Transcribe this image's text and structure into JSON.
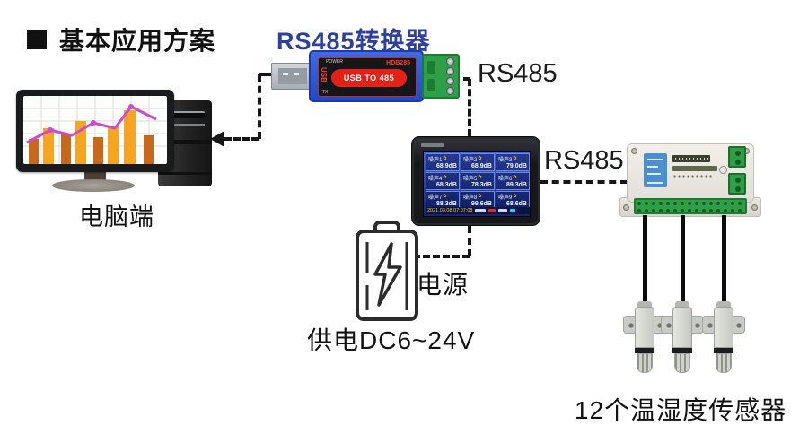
{
  "title": {
    "text": "基本应用方案"
  },
  "labels": {
    "converter_title": "RS485转换器",
    "computer": "电脑端",
    "power": "电源",
    "power_supply": "供电DC6~24V",
    "sensors": "12个温湿度传感器",
    "rs485_top": "RS485",
    "rs485_right": "RS485"
  },
  "converter": {
    "power_led": "POWER",
    "model": "HDB285",
    "face_label": "USB TO 485",
    "tx": "TX",
    "usb_vertical": "USB"
  },
  "display": {
    "status_time": "2021.03.08 07:07:08",
    "cells": [
      {
        "label": "噪声1",
        "value": "68.9dB"
      },
      {
        "label": "噪声2",
        "value": "68.9dB"
      },
      {
        "label": "噪声3",
        "value": "79.0dB"
      },
      {
        "label": "噪声4",
        "value": "68.3dB"
      },
      {
        "label": "噪声5",
        "value": "78.3dB"
      },
      {
        "label": "噪声6",
        "value": "89.3dB"
      },
      {
        "label": "噪声7",
        "value": "88.3dB"
      },
      {
        "label": "噪声8",
        "value": "99.6dB"
      },
      {
        "label": "噪声9",
        "value": "68.6dB"
      }
    ]
  },
  "colors": {
    "accent_blue": "#2e3f9e",
    "dashed_line": "#161616",
    "terminal_green": "#2f9e44",
    "screen_blue": "#2a47b0",
    "module_label_blue": "#4a8fd2",
    "bar_orange": "#f5a51f",
    "line_magenta": "#cc4ccc",
    "usb_red": "#e32119"
  }
}
